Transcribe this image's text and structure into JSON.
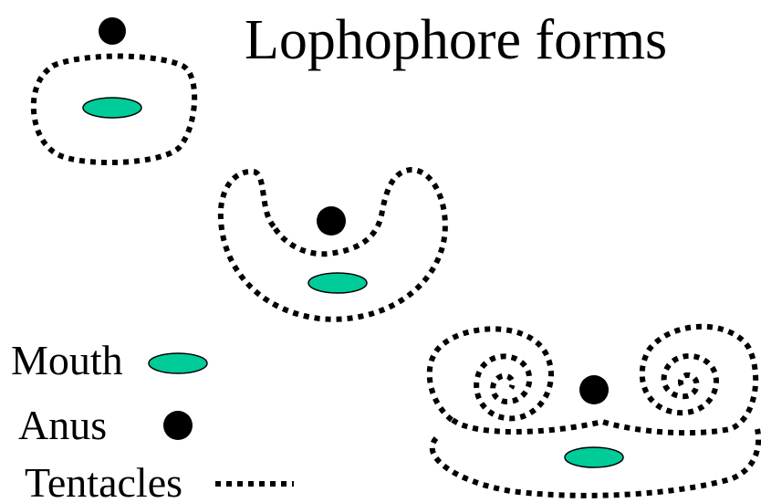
{
  "title": "Lophophore forms",
  "legend": {
    "mouth_label": "Mouth",
    "anus_label": "Anus",
    "tentacles_label": "Tentacles"
  },
  "colors": {
    "mouth": "#00cc99",
    "anus": "#000000",
    "tentacles": "#000000",
    "background": "#ffffff"
  },
  "forms": [
    {
      "shape": "oval-ring",
      "icons": [
        "tentacle-ring",
        "mouth",
        "anus"
      ]
    },
    {
      "shape": "horseshoe",
      "icons": [
        "tentacle-ring",
        "mouth",
        "anus"
      ]
    },
    {
      "shape": "coiled-spirals",
      "icons": [
        "tentacle-ring",
        "mouth",
        "anus"
      ]
    }
  ]
}
